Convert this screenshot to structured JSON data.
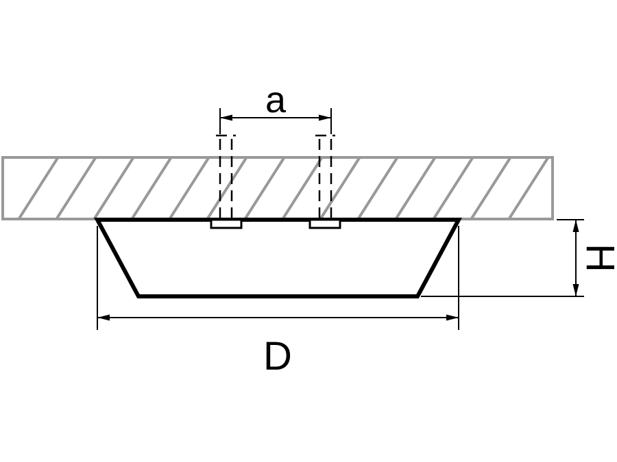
{
  "diagram": {
    "type": "technical-dimension-drawing",
    "labels": {
      "a": "a",
      "D": "D",
      "H": "H"
    },
    "colors": {
      "ceiling": "#999999",
      "line": "#000000",
      "background": "#ffffff"
    }
  }
}
